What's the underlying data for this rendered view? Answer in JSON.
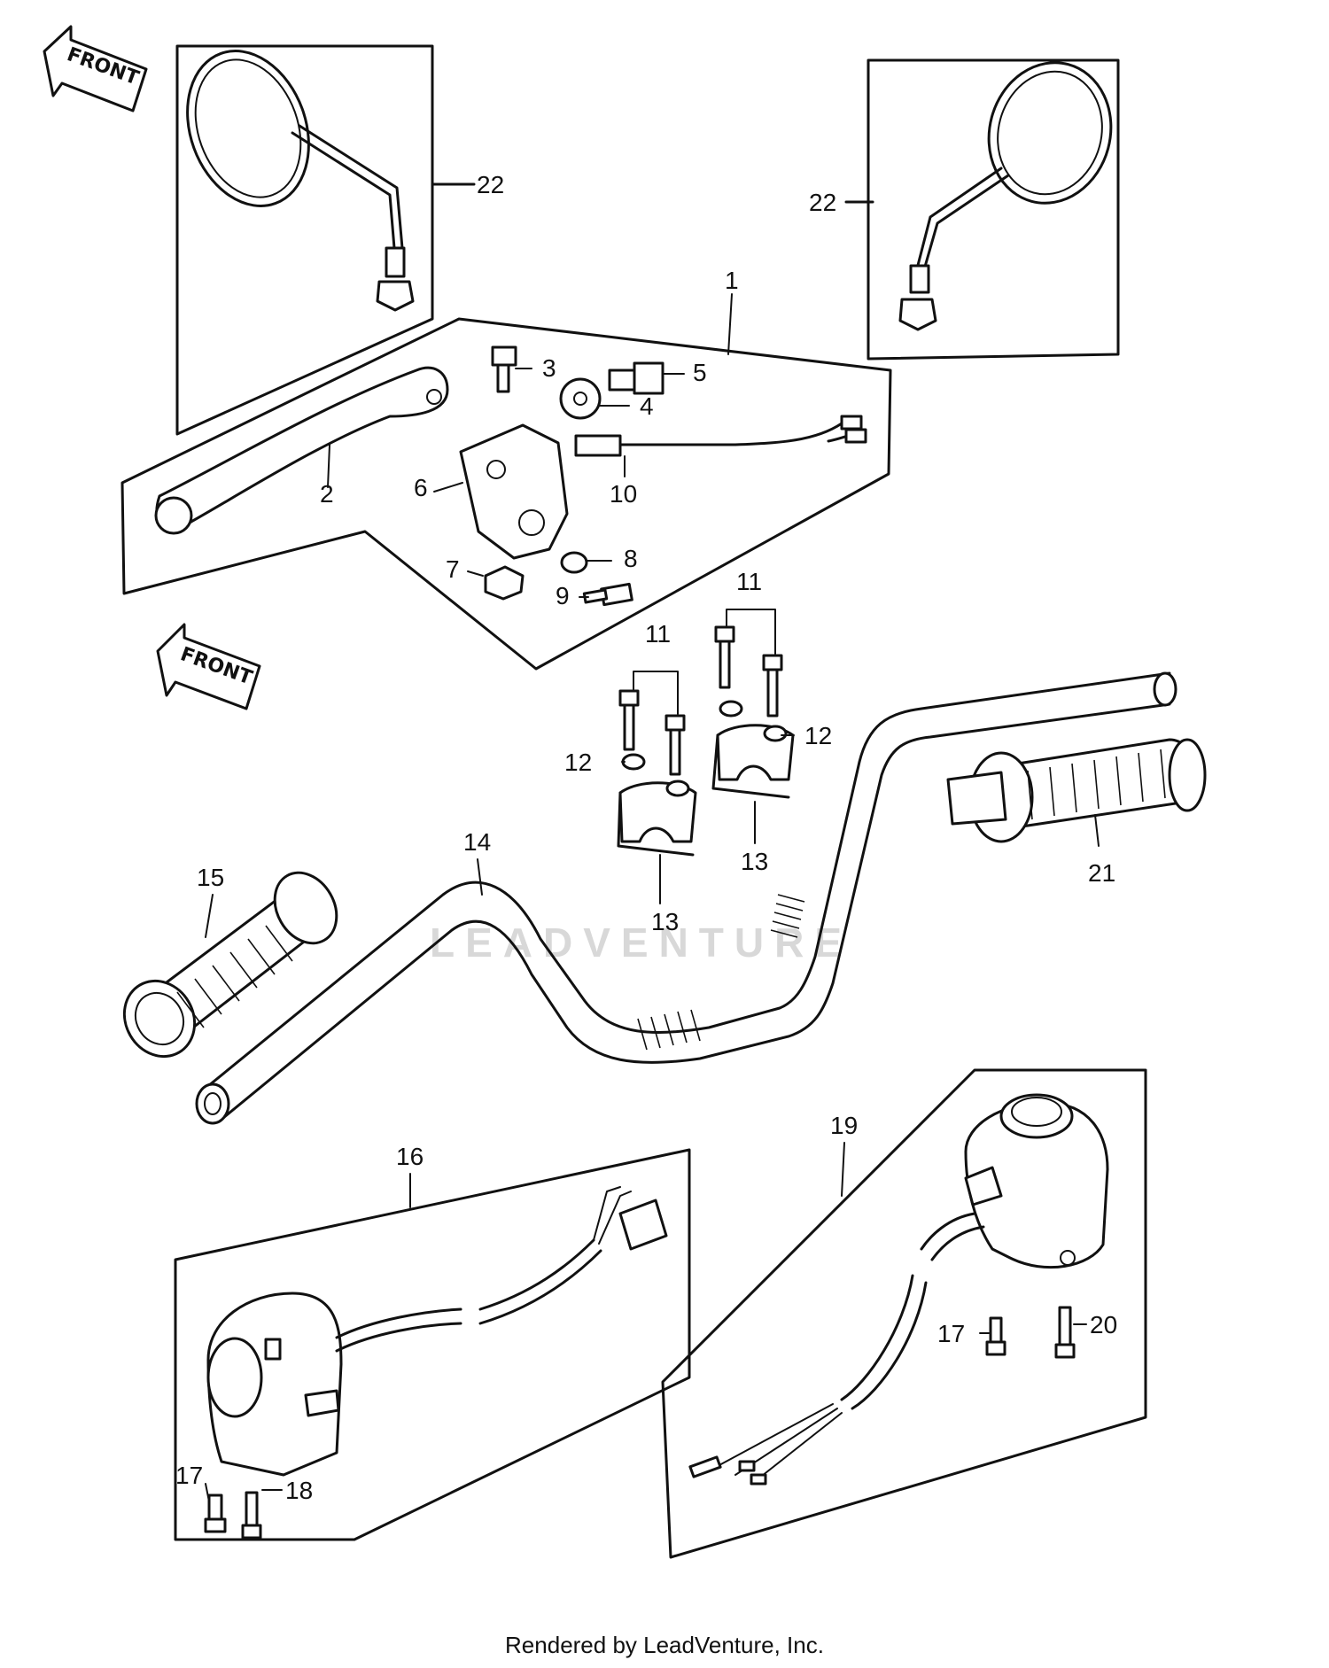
{
  "direction_arrows": [
    {
      "label": "FRONT"
    },
    {
      "label": "FRONT"
    }
  ],
  "callouts": [
    {
      "num": "1"
    },
    {
      "num": "2"
    },
    {
      "num": "3"
    },
    {
      "num": "4"
    },
    {
      "num": "5"
    },
    {
      "num": "6"
    },
    {
      "num": "7"
    },
    {
      "num": "8"
    },
    {
      "num": "9"
    },
    {
      "num": "10"
    },
    {
      "num": "11"
    },
    {
      "num": "11"
    },
    {
      "num": "12"
    },
    {
      "num": "12"
    },
    {
      "num": "13"
    },
    {
      "num": "13"
    },
    {
      "num": "14"
    },
    {
      "num": "15"
    },
    {
      "num": "16"
    },
    {
      "num": "17"
    },
    {
      "num": "17"
    },
    {
      "num": "18"
    },
    {
      "num": "19"
    },
    {
      "num": "20"
    },
    {
      "num": "21"
    },
    {
      "num": "22"
    },
    {
      "num": "22"
    }
  ],
  "watermark": "LEADVENTURE",
  "footer": "Rendered by LeadVenture, Inc."
}
